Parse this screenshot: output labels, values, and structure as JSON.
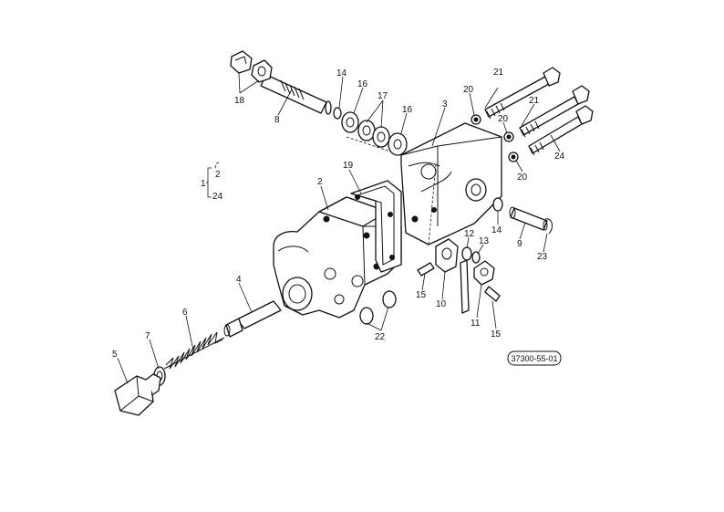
{
  "callouts": {
    "c1": "1",
    "c2a": "2",
    "c24a": "24",
    "c2": "2",
    "c3": "3",
    "c4": "4",
    "c5": "5",
    "c6": "6",
    "c7": "7",
    "c8": "8",
    "c9": "9",
    "c10": "10",
    "c11": "11",
    "c12": "12",
    "c13": "13",
    "c14a": "14",
    "c14b": "14",
    "c15a": "15",
    "c15b": "15",
    "c16a": "16",
    "c16b": "16",
    "c17": "17",
    "c18": "18",
    "c19": "19",
    "c20a": "20",
    "c20b": "20",
    "c20c": "20",
    "c21a": "21",
    "c21b": "21",
    "c22": "22",
    "c23": "23",
    "c24": "24"
  },
  "reference_code": "37300-55-01"
}
